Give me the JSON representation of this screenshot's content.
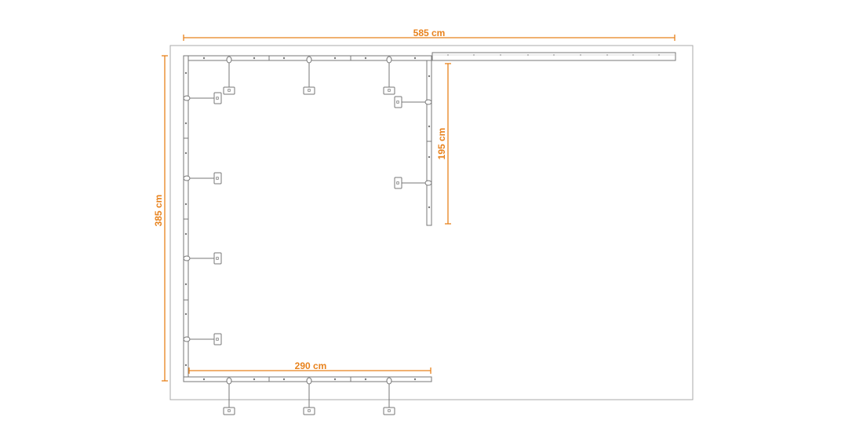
{
  "diagram": {
    "dimensions": {
      "overall_width": "585 cm",
      "overall_depth": "385 cm",
      "wall_length": "195 cm",
      "front_width": "290 cm"
    },
    "colors": {
      "dimension": "#e8821c",
      "outline": "#9a9a9a",
      "wall": "#777777",
      "background": "#ffffff"
    },
    "fixture_icon": "tension-anchor-icon"
  }
}
